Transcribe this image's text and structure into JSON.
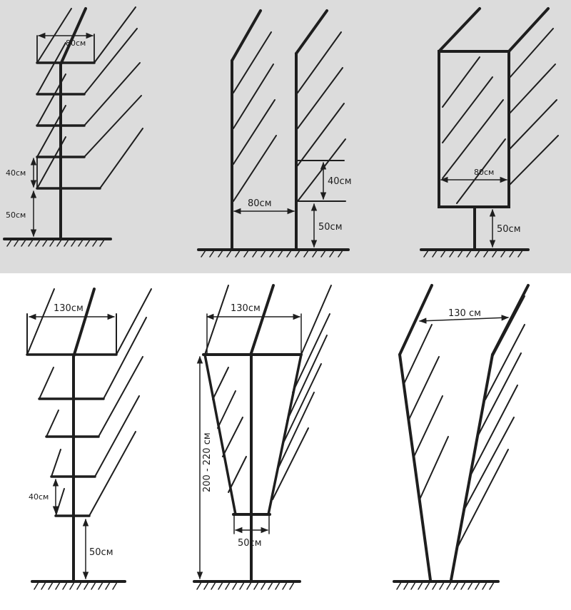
{
  "colors": {
    "ink": "#1e1e1e",
    "top_bg": "#dcdcdc",
    "bottom_bg": "#ffffff"
  },
  "top_row": {
    "shelf_trellis": {
      "width": "80см",
      "row_gap": "40см",
      "base_height": "50см"
    },
    "double_plane": {
      "width": "80см",
      "row_gap": "40см",
      "base_height": "50см"
    },
    "box_trellis": {
      "width": "80см",
      "base_height": "50см"
    }
  },
  "bottom_row": {
    "shelf_trellis": {
      "width": "130см",
      "row_gap": "40см",
      "base_height": "50см"
    },
    "v_trellis": {
      "top_width": "130см",
      "bottom_width": "50см",
      "height": "200 - 220 см"
    },
    "v_planes": {
      "top_width": "130 см"
    }
  }
}
